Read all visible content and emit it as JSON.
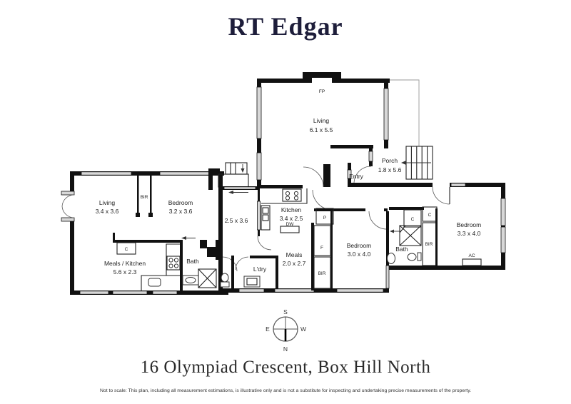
{
  "brand": {
    "logo": "RT Edgar",
    "color": "#1d1d3a"
  },
  "plan": {
    "rooms": {
      "living_main": {
        "name": "Living",
        "dims": "6.1 x 5.5"
      },
      "porch": {
        "name": "Porch",
        "dims": "1.8 x 5.6"
      },
      "entry": {
        "name": "Entry"
      },
      "kitchen_main": {
        "name": "Kitchen",
        "dims": "3.4 x 2.5"
      },
      "meals_main": {
        "name": "Meals",
        "dims": "2.0 x 2.7"
      },
      "laundry": {
        "name": "L'dry"
      },
      "bedroom_mid": {
        "name": "Bedroom",
        "dims": "3.0 x 4.0"
      },
      "bath_mid": {
        "name": "Bath"
      },
      "bedroom_right": {
        "name": "Bedroom",
        "dims": "3.3 x 4.0"
      },
      "living_left": {
        "name": "Living",
        "dims": "3.4 x 3.6"
      },
      "bedroom_left": {
        "name": "Bedroom",
        "dims": "3.2 x 3.6"
      },
      "meals_kitchen_left": {
        "name": "Meals / Kitchen",
        "dims": "5.6 x 2.3"
      },
      "bath_left": {
        "name": "Bath"
      },
      "room_mid": {
        "dims": "2.5 x 3.6"
      }
    },
    "labels": {
      "fp": "FP",
      "dw": "DW",
      "bir": "BIR",
      "c": "C",
      "p": "P",
      "f": "F",
      "ac": "AC"
    }
  },
  "compass": {
    "n": "N",
    "s": "S",
    "e": "E",
    "w": "W"
  },
  "footer": {
    "address": "16 Olympiad Crescent, Box Hill North",
    "disclaimer": "Not to scale: This plan, including all measurement estimations, is illustrative only and is not a substitute for inspecting and undertaking precise measurements of the property."
  }
}
